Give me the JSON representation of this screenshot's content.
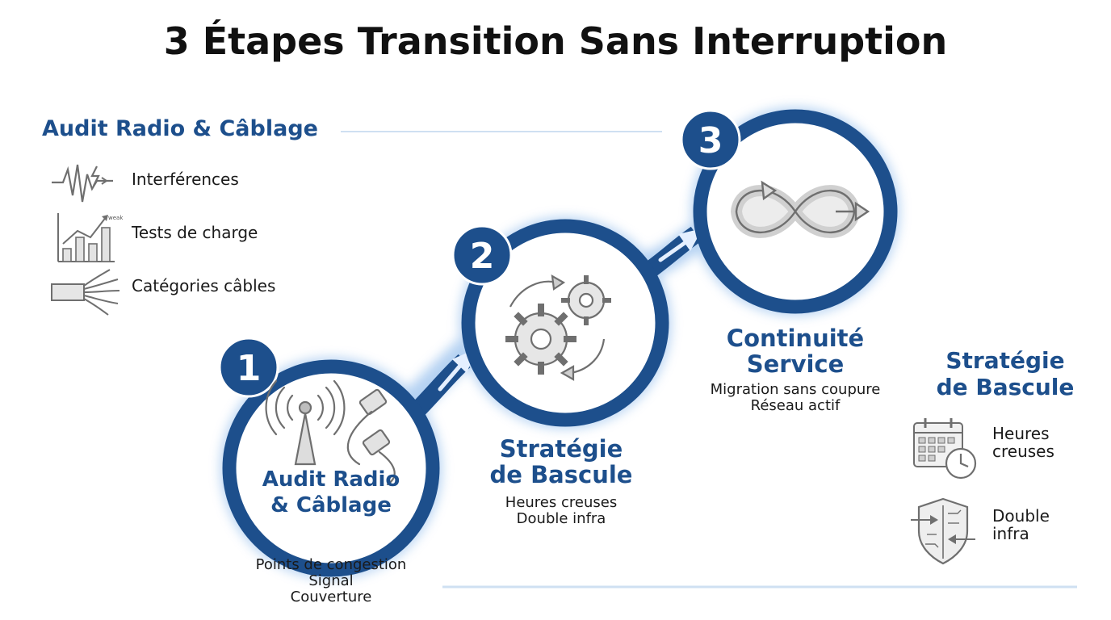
{
  "title": "3 Étapes Transition Sans Interruption",
  "left_panel": {
    "heading": "Audit Radio & Câblage",
    "items": [
      {
        "label": "Interférences",
        "icon": "waveform-lightning-icon"
      },
      {
        "label": "Tests de charge",
        "icon": "bar-chart-icon",
        "icon_text": "weak"
      },
      {
        "label": "Catégories câbles",
        "icon": "cable-wires-icon"
      }
    ]
  },
  "steps": [
    {
      "number": "1",
      "title_line1": "Audit Radio",
      "title_line2": "& Câblage",
      "desc": [
        "Points de congestion",
        "Signal",
        "Couverture"
      ],
      "icon": "antenna-ethernet-icon"
    },
    {
      "number": "2",
      "title_line1": "Stratégie",
      "title_line2": "de Bascule",
      "desc": [
        "Heures creuses",
        "Double infra"
      ],
      "icon": "gears-icon"
    },
    {
      "number": "3",
      "title_line1": "Continuité",
      "title_line2": "Service",
      "desc": [
        "Migration sans coupure",
        "Réseau actif"
      ],
      "icon": "infinity-arrows-icon"
    }
  ],
  "right_panel": {
    "heading_line1": "Stratégie",
    "heading_line2": "de Bascule",
    "items": [
      {
        "label_line1": "Heures",
        "label_line2": "creuses",
        "icon": "calendar-clock-icon"
      },
      {
        "label_line1": "Double",
        "label_line2": "infra",
        "icon": "shield-circuit-icon"
      }
    ]
  },
  "colors": {
    "primary": "#1d4f8c",
    "glow": "#bcd6f2",
    "line": "#cfe0f2",
    "sketch": "#6f6f6f"
  }
}
